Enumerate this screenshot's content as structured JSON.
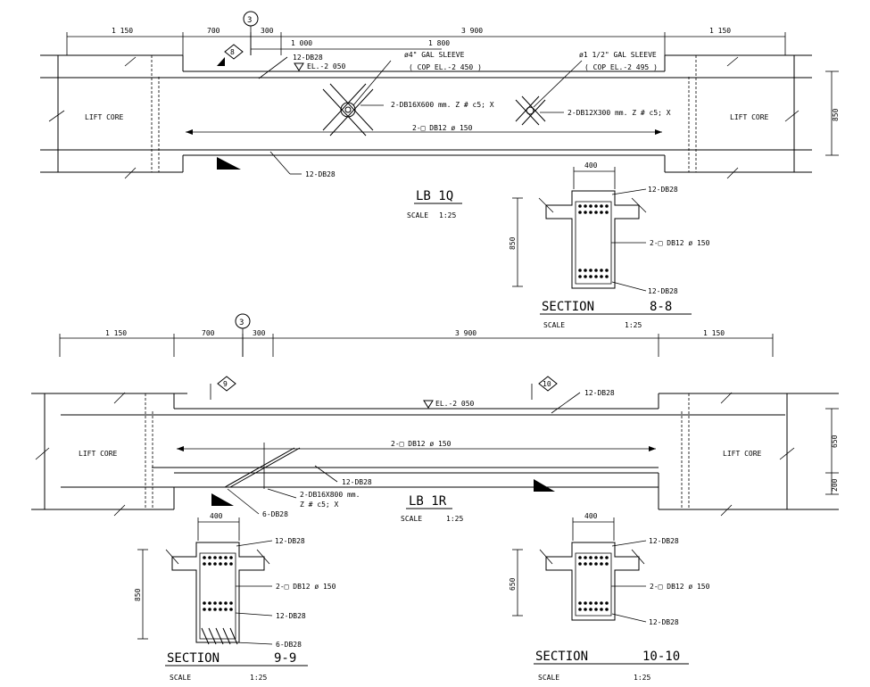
{
  "lb1q": {
    "title": "LB 1Q",
    "scale_label": "SCALE",
    "scale_value": "1:25",
    "dims": {
      "d1": "1 150",
      "d2": "700",
      "d3": "300",
      "d4": "3 900",
      "d5": "1 150",
      "d6": "1 000",
      "d7": "1 800",
      "height": "850"
    },
    "grid": "3",
    "section_tag": "8",
    "lift_left": "LIFT CORE",
    "lift_right": "LIFT CORE",
    "top_bar": "12-DB28",
    "elevation": "EL.-2 050",
    "sleeve1_a": "ø4\" GAL SLEEVE",
    "sleeve1_b": "( COP EL.-2 450 )",
    "sleeve2_a": "ø1 1/2\" GAL SLEEVE",
    "sleeve2_b": "( COP EL.-2 495 )",
    "xbar1": "2-DB16X600 mm. Z # c5; X",
    "xbar2": "2-DB12X300 mm. Z # c5; X",
    "stirrup": "2-□ DB12 ø 150",
    "bottom_bar": "12-DB28"
  },
  "section88": {
    "title": "SECTION",
    "number": "8-8",
    "scale_label": "SCALE",
    "scale_value": "1:25",
    "width": "400",
    "height": "850",
    "top_bar": "12-DB28",
    "stirrup": "2-□ DB12 ø 150",
    "bottom_bar": "12-DB28"
  },
  "lb1r": {
    "title": "LB 1R",
    "scale_label": "SCALE",
    "scale_value": "1:25",
    "dims": {
      "d1": "1 150",
      "d2": "700",
      "d3": "300",
      "d4": "3 900",
      "d5": "1 150",
      "h1": "650",
      "h2": "200"
    },
    "grid": "3",
    "tag9": "9",
    "tag10": "10",
    "lift_left": "LIFT CORE",
    "lift_right": "LIFT CORE",
    "top_bar": "12-DB28",
    "elevation": "EL.-2 050",
    "stirrup": "2-□ DB12 ø 150",
    "mid_bar": "12-DB28",
    "xbar_a": "2-DB16X800 mm.",
    "xbar_b": "Z # c5; X",
    "bottom_bar": "6-DB28"
  },
  "section99": {
    "title": "SECTION",
    "number": "9-9",
    "scale_label": "SCALE",
    "scale_value": "1:25",
    "width": "400",
    "height": "850",
    "top_bar": "12-DB28",
    "stirrup": "2-□ DB12 ø 150",
    "mid_bar": "12-DB28",
    "bottom_bar": "6-DB28"
  },
  "section1010": {
    "title": "SECTION",
    "number": "10-10",
    "scale_label": "SCALE",
    "scale_value": "1:25",
    "width": "400",
    "height": "650",
    "top_bar": "12-DB28",
    "stirrup": "2-□ DB12 ø 150",
    "bottom_bar": "12-DB28"
  }
}
